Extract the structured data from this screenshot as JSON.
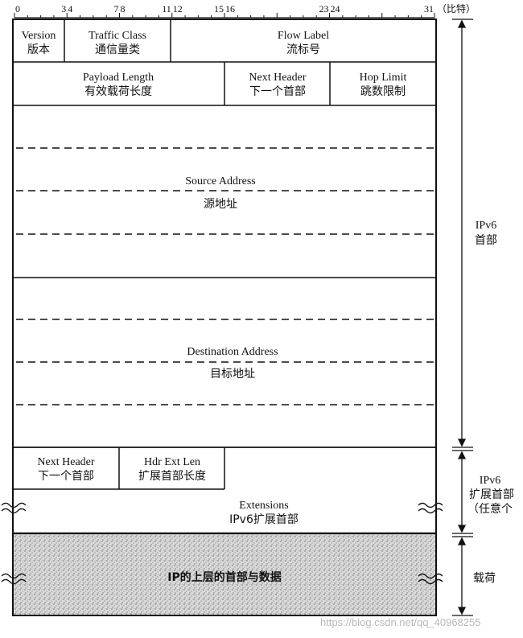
{
  "ruler": {
    "ticks": [
      {
        "label": "0",
        "bit": 0
      },
      {
        "label": "3",
        "bit": 3
      },
      {
        "label": "4",
        "bit": 4
      },
      {
        "label": "7",
        "bit": 7
      },
      {
        "label": "8",
        "bit": 8
      },
      {
        "label": "11",
        "bit": 11
      },
      {
        "label": "12",
        "bit": 12
      },
      {
        "label": "15",
        "bit": 15
      },
      {
        "label": "16",
        "bit": 16
      },
      {
        "label": "23",
        "bit": 23
      },
      {
        "label": "24",
        "bit": 24
      },
      {
        "label": "31",
        "bit": 31
      }
    ],
    "unit": "（比特）"
  },
  "fields": {
    "version": {
      "en": "Version",
      "zh": "版本"
    },
    "traffic_class": {
      "en": "Traffic Class",
      "zh": "通信量类"
    },
    "flow_label": {
      "en": "Flow Label",
      "zh": "流标号"
    },
    "payload_length": {
      "en": "Payload Length",
      "zh": "有效载荷长度"
    },
    "next_header": {
      "en": "Next Header",
      "zh": "下一个首部"
    },
    "hop_limit": {
      "en": "Hop Limit",
      "zh": "跳数限制"
    },
    "source_address": {
      "en": "Source Address",
      "zh": "源地址"
    },
    "destination_address": {
      "en": "Destination Address",
      "zh": "目标地址"
    },
    "ext_next_header": {
      "en": "Next Header",
      "zh": "下一个首部"
    },
    "hdr_ext_len": {
      "en": "Hdr Ext Len",
      "zh": "扩展首部长度"
    },
    "extensions": {
      "en": "Extensions",
      "zh": "IPv6扩展首部"
    },
    "upper_layer": {
      "zh": "IP的上层的首部与数据"
    }
  },
  "brackets": {
    "ipv6_header": {
      "line1": "IPv6",
      "line2": "首部"
    },
    "ext_header": {
      "line1": "IPv6",
      "line2": "扩展首部",
      "line3": "（任意个"
    },
    "payload": {
      "line1": "载荷"
    }
  },
  "watermark": "https://blog.csdn.net/qq_40968255"
}
